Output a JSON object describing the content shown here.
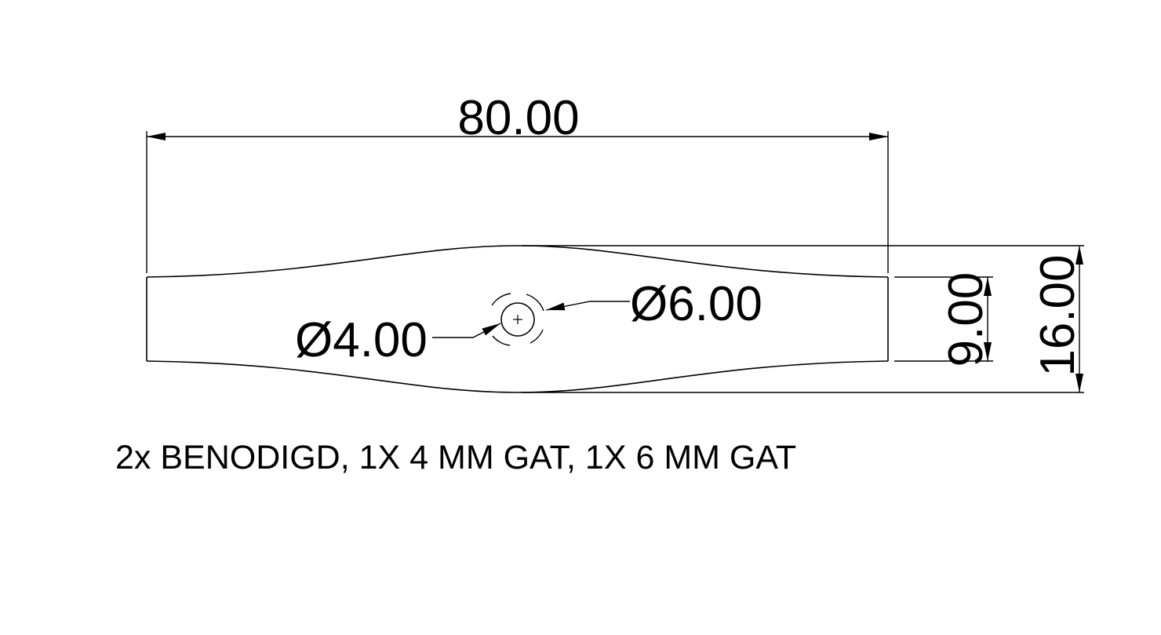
{
  "drawing": {
    "dimensions": {
      "overall_length": "80.00",
      "waist_width": "9.00",
      "max_width": "16.00",
      "hole_small": "Ø4.00",
      "hole_large": "Ø6.00"
    },
    "note": "2x BENODIGD, 1X 4 MM GAT, 1X 6 MM GAT",
    "colors": {
      "line": "#000000",
      "background": "#ffffff"
    }
  }
}
